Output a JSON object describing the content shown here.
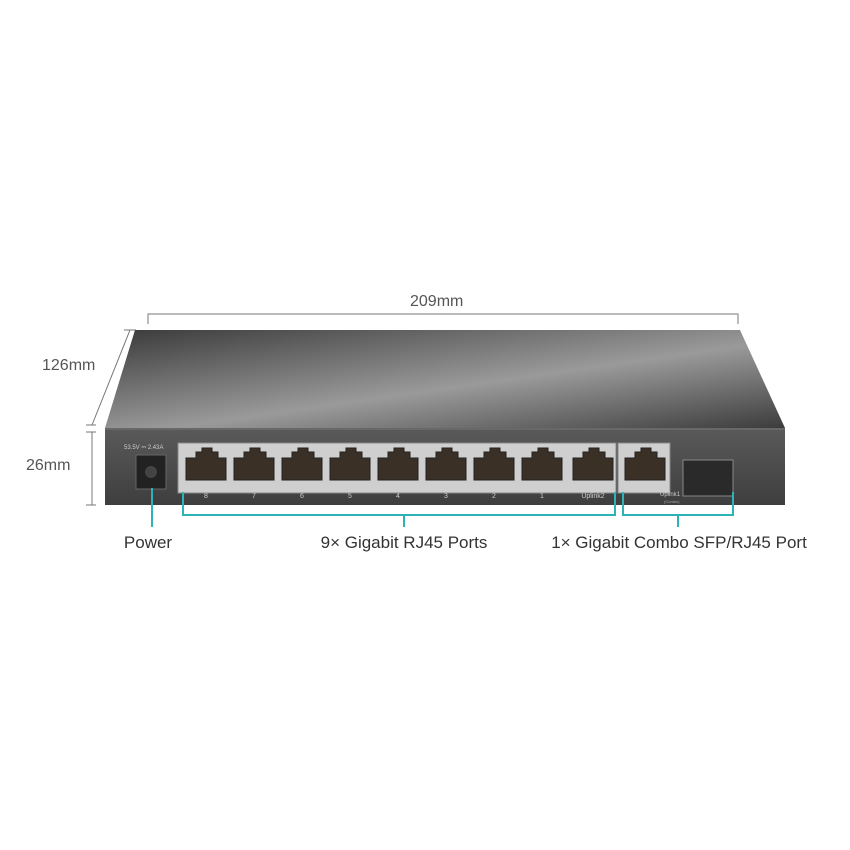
{
  "dimensions": {
    "width": "209mm",
    "depth": "126mm",
    "height": "26mm"
  },
  "device": {
    "power_rating": "53.5V ⎓ 2.43A",
    "port_labels": [
      "8",
      "7",
      "6",
      "5",
      "4",
      "3",
      "2",
      "1",
      "Uplink2"
    ],
    "uplink1_label": "Uplink1",
    "combo_label": "(Combo)"
  },
  "callouts": {
    "power": "Power",
    "rj45": "9× Gigabit RJ45 Ports",
    "combo": "1× Gigabit Combo SFP/RJ45 Port"
  },
  "colors": {
    "accent": "#2bb3b8",
    "body": "#4a4a4a"
  }
}
